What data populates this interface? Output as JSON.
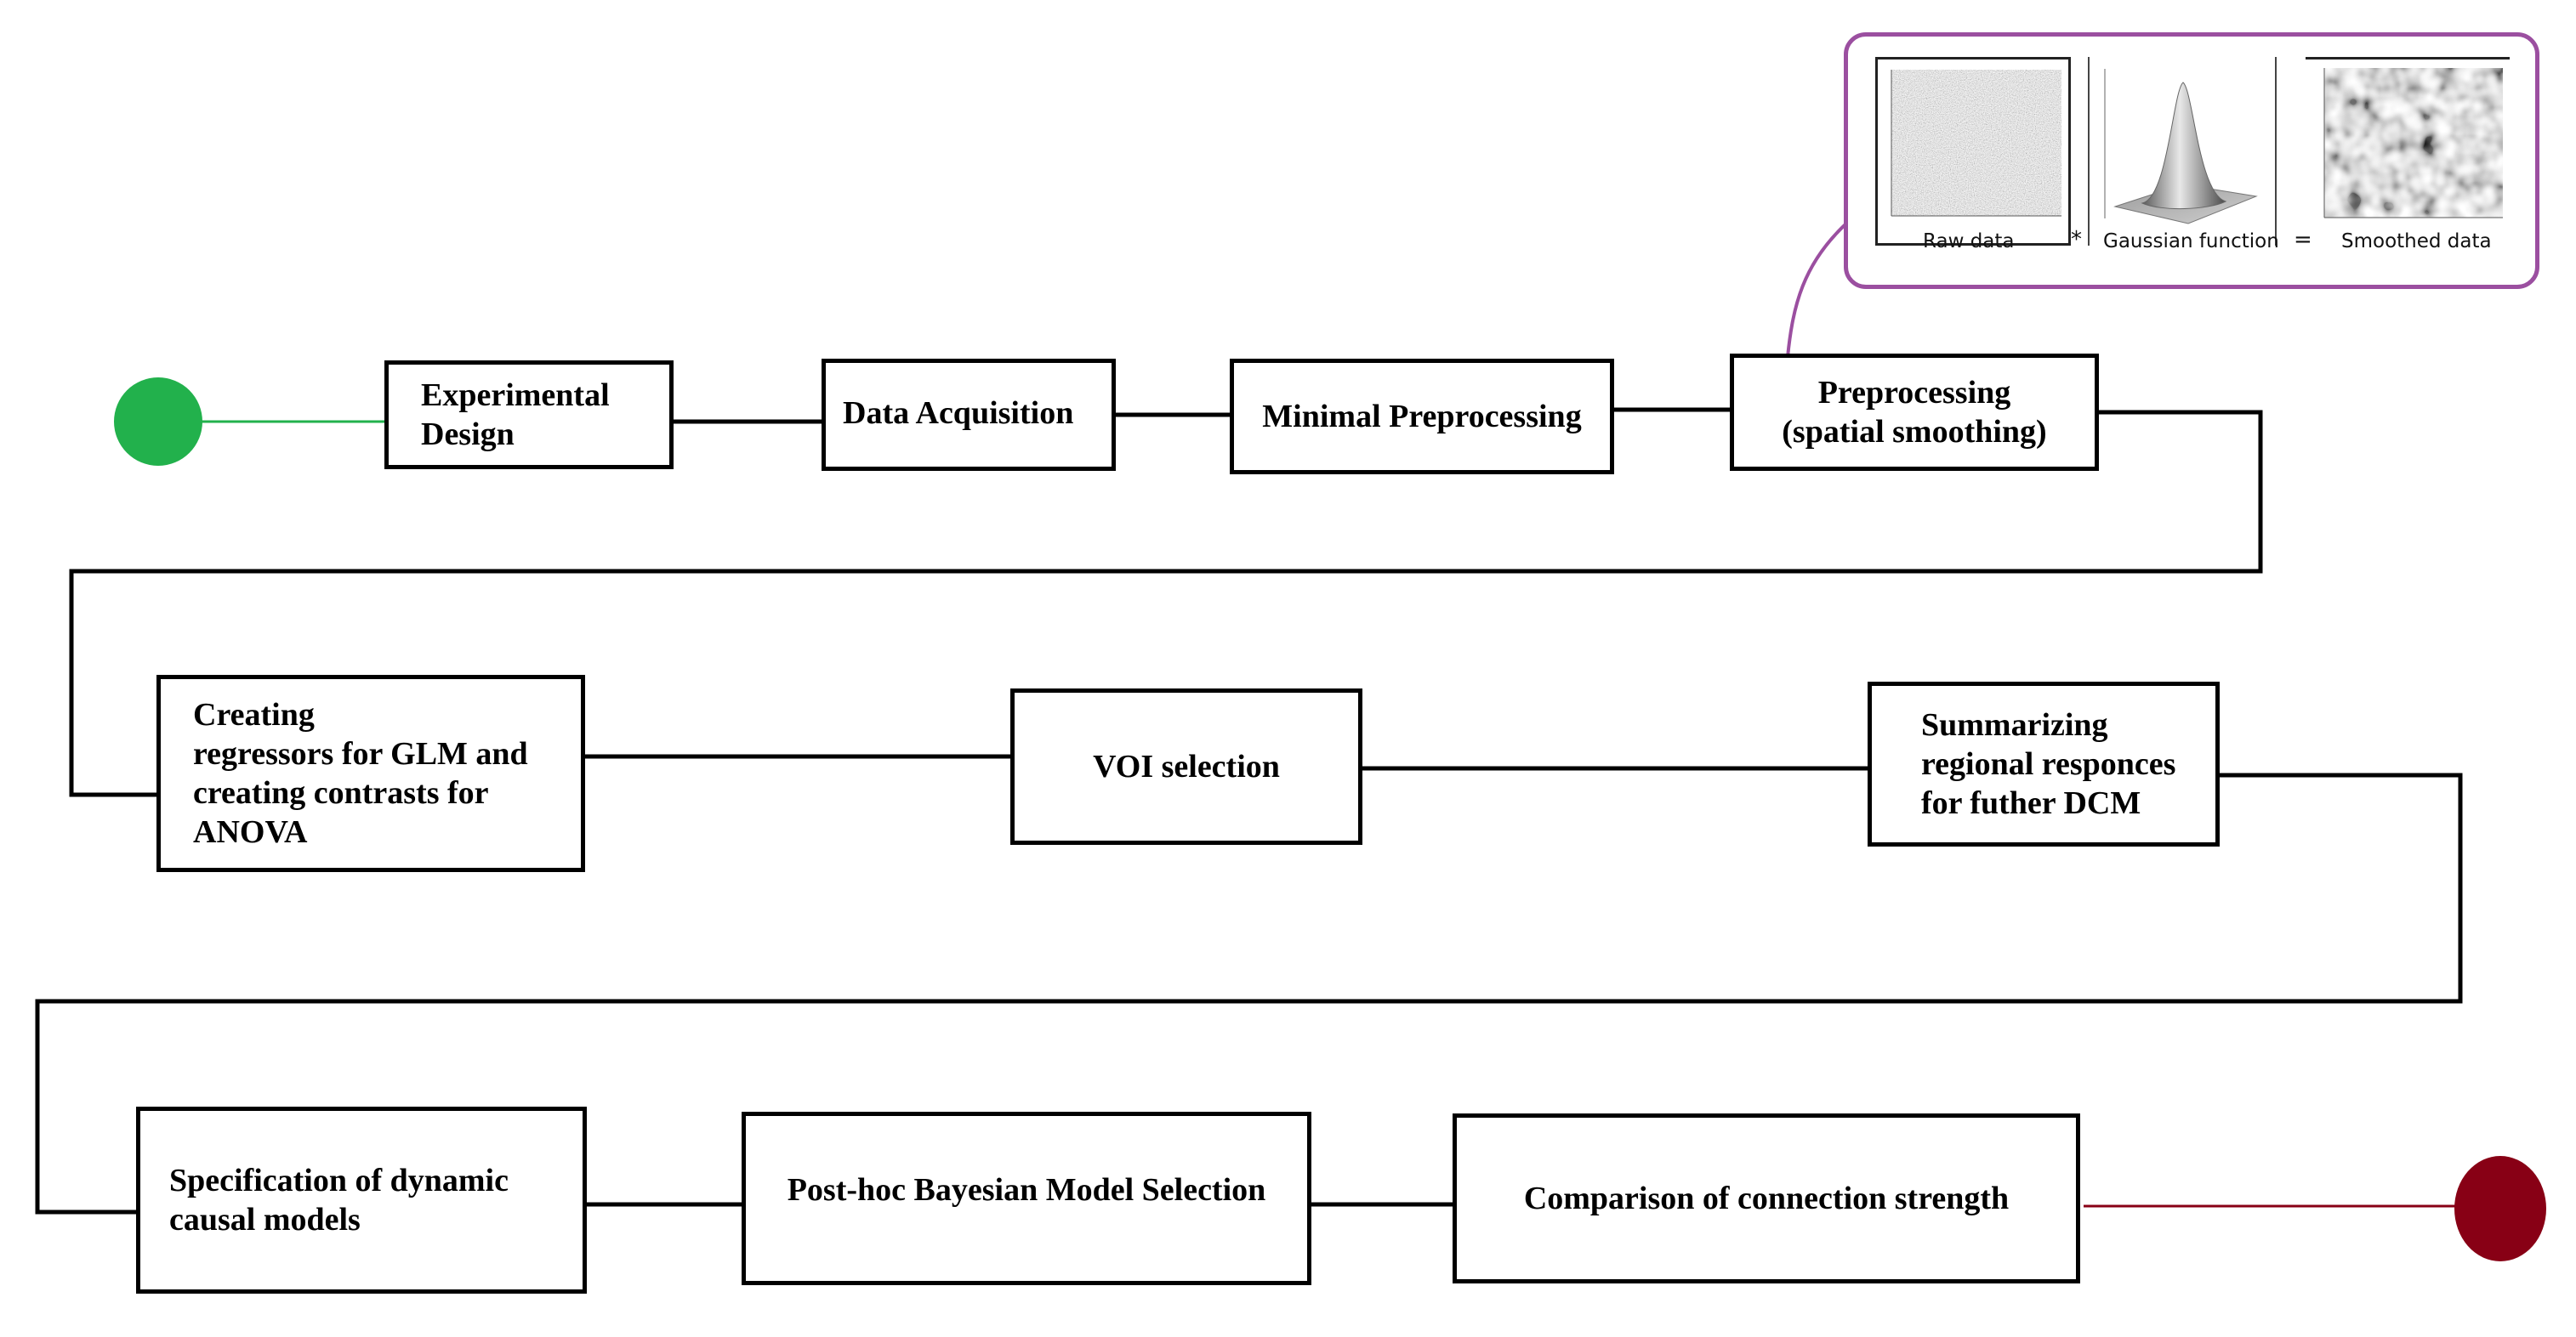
{
  "flow": {
    "steps": {
      "experimental_design": "Experimental\nDesign",
      "data_acquisition": "Data Acquisition",
      "minimal_preprocessing": "Minimal Preprocessing",
      "preprocessing": "Preprocessing\n(spatial smoothing)",
      "creating_regressors": "Creating\nregressors for GLM and\ncreating contrasts for\nANOVA",
      "voi_selection": "VOI selection",
      "summarizing": "Summarizing\nregional responces\nfor futher DCM",
      "specification": "Specification of dynamic\ncausal models",
      "bayesian_selection": "Post-hoc Bayesian Model Selection",
      "comparison": "Comparison of connection strength"
    },
    "start_color": "#22b14c",
    "end_color": "#880015",
    "callout_color": "#9b4fa0"
  },
  "inset": {
    "raw_caption": "Raw data",
    "conv_operator": "*",
    "gaussian_caption": "Gaussian function",
    "equals_operator": "=",
    "smoothed_caption": "Smoothed data"
  }
}
